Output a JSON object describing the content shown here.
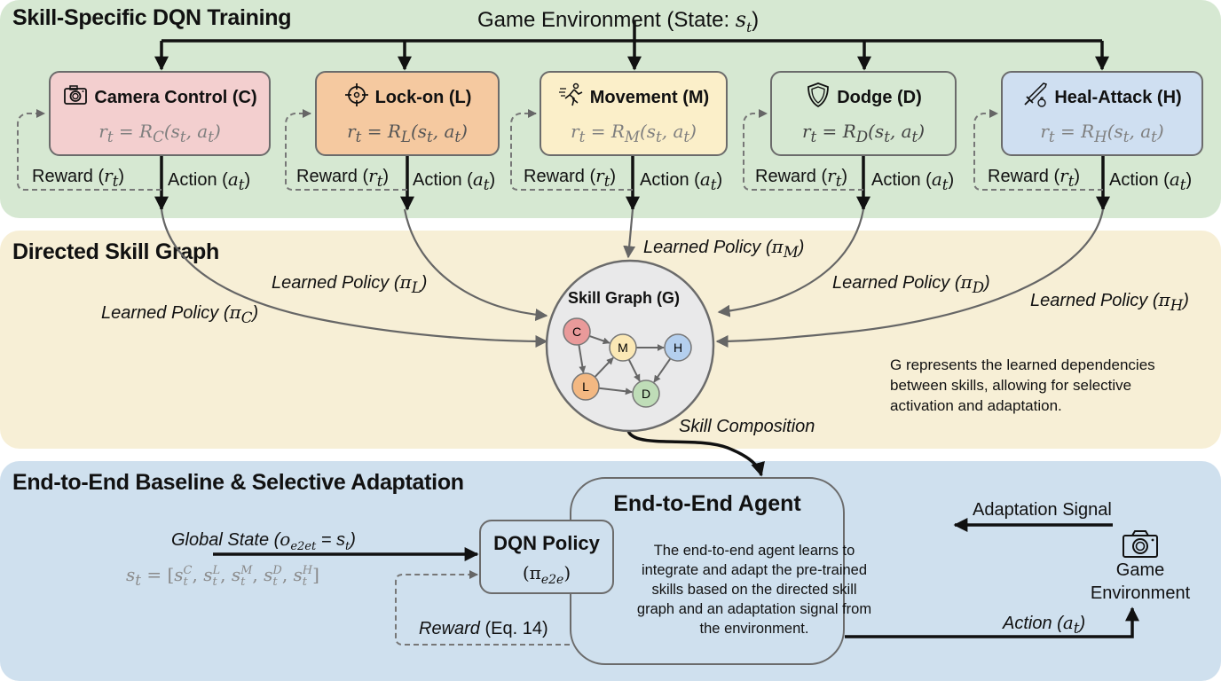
{
  "panels": {
    "training": {
      "title": "Skill-Specific DQN Training"
    },
    "graph": {
      "title": "Directed Skill Graph"
    },
    "e2e": {
      "title": "End-to-End Baseline & Selective Adaptation"
    }
  },
  "env_top": {
    "label": "Game Environment (State: ",
    "var": "s",
    "sub": "t",
    "close": ")"
  },
  "skills": [
    {
      "name": "Camera Control (C)",
      "icon": "camera-icon",
      "eq_R": "R",
      "eq_sub": "C",
      "color": "#f3cfcf",
      "policy": "Learned Policy (",
      "policy_sub": "C"
    },
    {
      "name": "Lock-on (L)",
      "icon": "crosshair-icon",
      "eq_R": "R",
      "eq_sub": "L",
      "color": "#f5c9a0",
      "policy": "Learned Policy (",
      "policy_sub": "L"
    },
    {
      "name": "Movement (M)",
      "icon": "running-person-icon",
      "eq_R": "R",
      "eq_sub": "M",
      "color": "#fbefc9",
      "policy": "Learned Policy (",
      "policy_sub": "M"
    },
    {
      "name": "Dodge (D)",
      "icon": "shield-icon",
      "eq_R": "R",
      "eq_sub": "D",
      "color": "#d6e8d2",
      "policy": "Learned Policy (",
      "policy_sub": "D"
    },
    {
      "name": "Heal-Attack (H)",
      "icon": "sword-potion-icon",
      "eq_R": "R",
      "eq_sub": "H",
      "color": "#cfdff1",
      "policy": "Learned Policy (",
      "policy_sub": "H"
    }
  ],
  "eq_text": {
    "lhs": "r",
    "lhs_sub": "t",
    "eq": " = ",
    "args": "(s",
    "args_sub": "t",
    "args2": ", a",
    "args2_sub": "t",
    "close": ")"
  },
  "reward_label": {
    "text": "Reward (",
    "var": "r",
    "sub": "t",
    "close": ")"
  },
  "action_label": {
    "text": "Action (",
    "var": "a",
    "sub": "t",
    "close": ")"
  },
  "pi_symbol": "π",
  "skill_graph": {
    "title": "Skill Graph (G)",
    "nodes": [
      {
        "id": "C",
        "color": "#e99a9a"
      },
      {
        "id": "M",
        "color": "#fbe8b5"
      },
      {
        "id": "H",
        "color": "#b4cfee"
      },
      {
        "id": "L",
        "color": "#f3b882"
      },
      {
        "id": "D",
        "color": "#bfddb8"
      }
    ],
    "edges": [
      [
        "C",
        "M"
      ],
      [
        "C",
        "L"
      ],
      [
        "L",
        "M"
      ],
      [
        "M",
        "H"
      ],
      [
        "M",
        "D"
      ],
      [
        "L",
        "D"
      ],
      [
        "H",
        "D"
      ]
    ]
  },
  "graph_note": {
    "lines": [
      "G represents the learned dependencies",
      "between skills, allowing for selective",
      "activation and adaptation."
    ]
  },
  "skill_composition": "Skill Composition",
  "global_state": {
    "text": "Global State (",
    "var": "o",
    "sub": "e2et",
    "rest": " = s",
    "rest_sub": "t",
    "close": ")"
  },
  "state_vector": {
    "lhs": "s",
    "lhs_sub": "t",
    "eq": " = [",
    "items": [
      [
        "C"
      ],
      [
        "L"
      ],
      [
        "M"
      ],
      [
        "D"
      ],
      [
        "H"
      ]
    ],
    "close": "]"
  },
  "dqn_policy": {
    "title": "DQN Policy",
    "sym": "(π",
    "sub": "e2e",
    "close": ")"
  },
  "reward_e2e": {
    "ital": "Reward",
    "rest": " (Eq. 14)"
  },
  "agent": {
    "title": "End-to-End Agent",
    "desc_lines": [
      "The end-to-end agent learns to",
      "integrate and adapt the pre-trained",
      "skills based on the directed skill",
      "graph and an adaptation signal from",
      "the environment."
    ]
  },
  "adaptation_signal": "Adaptation Signal",
  "game_env": {
    "line1": "Game",
    "line2": "Environment"
  },
  "action_e2e": {
    "text": "Action (",
    "var": "a",
    "sub": "t",
    "close": ")"
  }
}
